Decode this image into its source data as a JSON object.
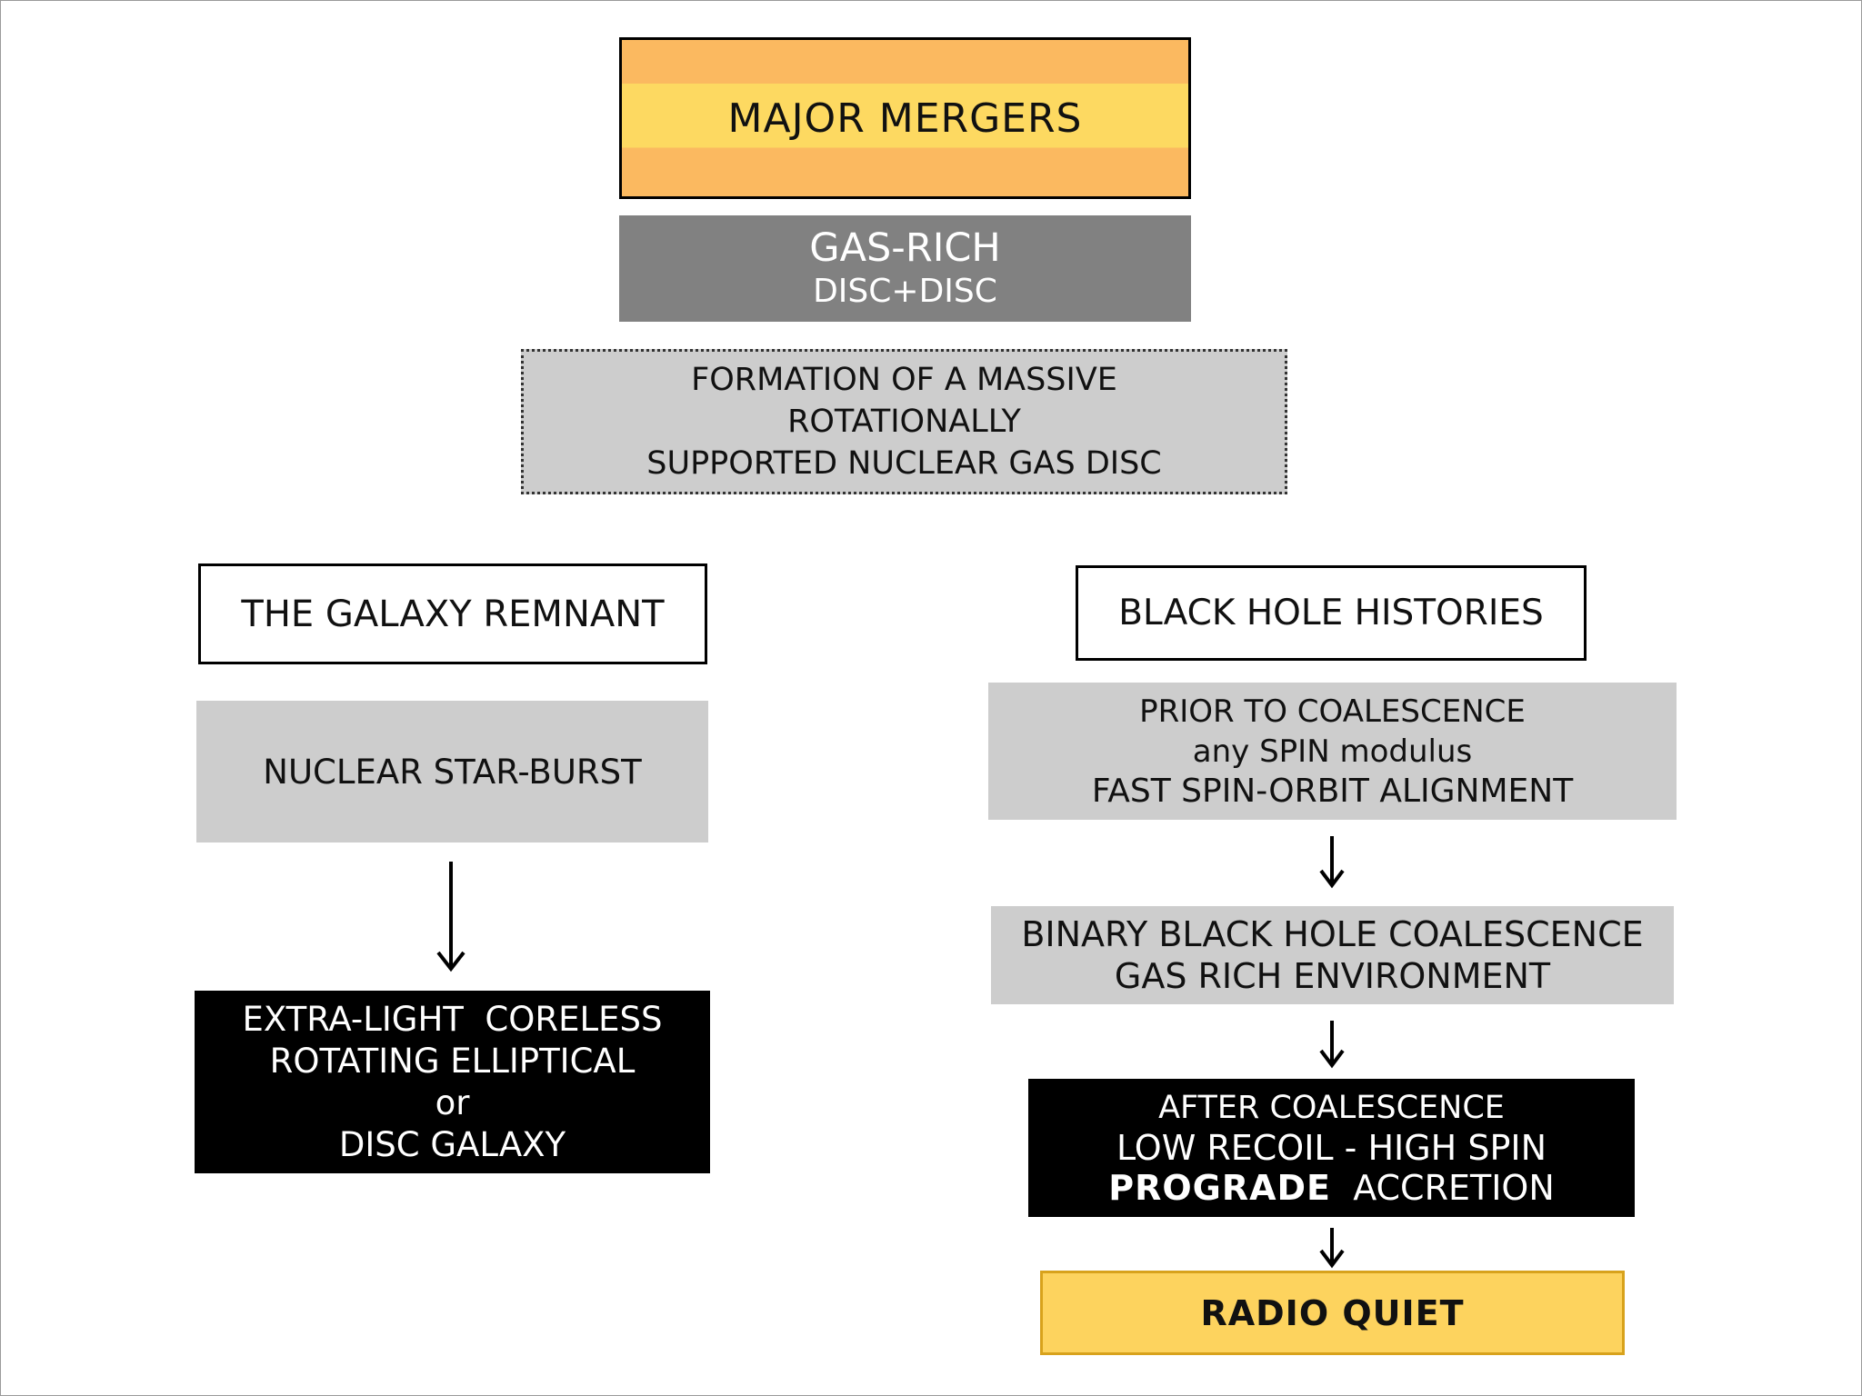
{
  "diagram": {
    "major_mergers": "MAJOR MERGERS",
    "gas_rich": {
      "line1": "GAS-RICH",
      "line2": "DISC+DISC"
    },
    "formation": {
      "line1": "FORMATION OF A MASSIVE",
      "line2": "ROTATIONALLY",
      "line3": "SUPPORTED NUCLEAR GAS DISC"
    },
    "left_branch": {
      "header": "THE GALAXY REMNANT",
      "starburst": "NUCLEAR STAR-BURST",
      "result": {
        "line1": "EXTRA-LIGHT  CORELESS",
        "line2": "ROTATING ELLIPTICAL",
        "line3": "or",
        "line4": "DISC GALAXY"
      }
    },
    "right_branch": {
      "header": "BLACK HOLE HISTORIES",
      "prior": {
        "line1": "PRIOR TO COALESCENCE",
        "line2": "any SPIN modulus",
        "line3": "FAST SPIN-ORBIT ALIGNMENT"
      },
      "binary": {
        "line1": "BINARY BLACK HOLE COALESCENCE",
        "line2": "GAS RICH ENVIRONMENT"
      },
      "after": {
        "line1": "AFTER COALESCENCE",
        "line2": "LOW RECOIL - HIGH SPIN",
        "line3_bold": "PROGRADE",
        "line3_rest": "ACCRETION"
      },
      "outcome": "RADIO QUIET"
    },
    "colors": {
      "major_band_outer": "#fbb960",
      "major_band_inner": "#fdd961",
      "gas_rich_fill": "#818181",
      "light_gray_fill": "#cdcdcd",
      "radio_quiet_fill": "#fdd35e",
      "radio_quiet_border": "#d8a21c"
    }
  }
}
